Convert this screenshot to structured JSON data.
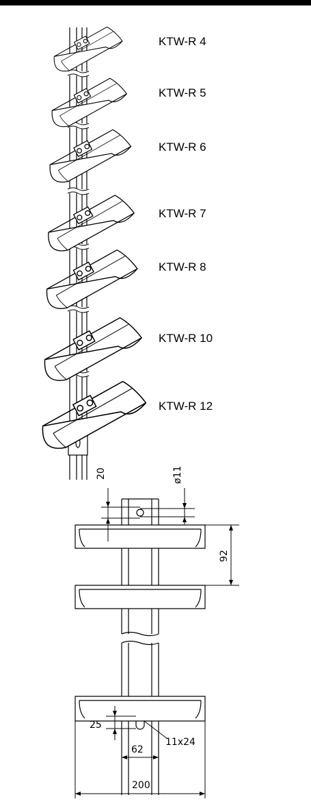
{
  "items": [
    {
      "label": "KTW-R 4"
    },
    {
      "label": "KTW-R 5"
    },
    {
      "label": "KTW-R 6"
    },
    {
      "label": "KTW-R 7"
    },
    {
      "label": "KTW-R 8"
    },
    {
      "label": "KTW-R 10"
    },
    {
      "label": "KTW-R 12"
    }
  ],
  "dimensions": {
    "d20": "20",
    "d11": "ø11",
    "d92": "92",
    "d25": "25",
    "slot": "11x24",
    "d62": "62",
    "d200": "200"
  }
}
